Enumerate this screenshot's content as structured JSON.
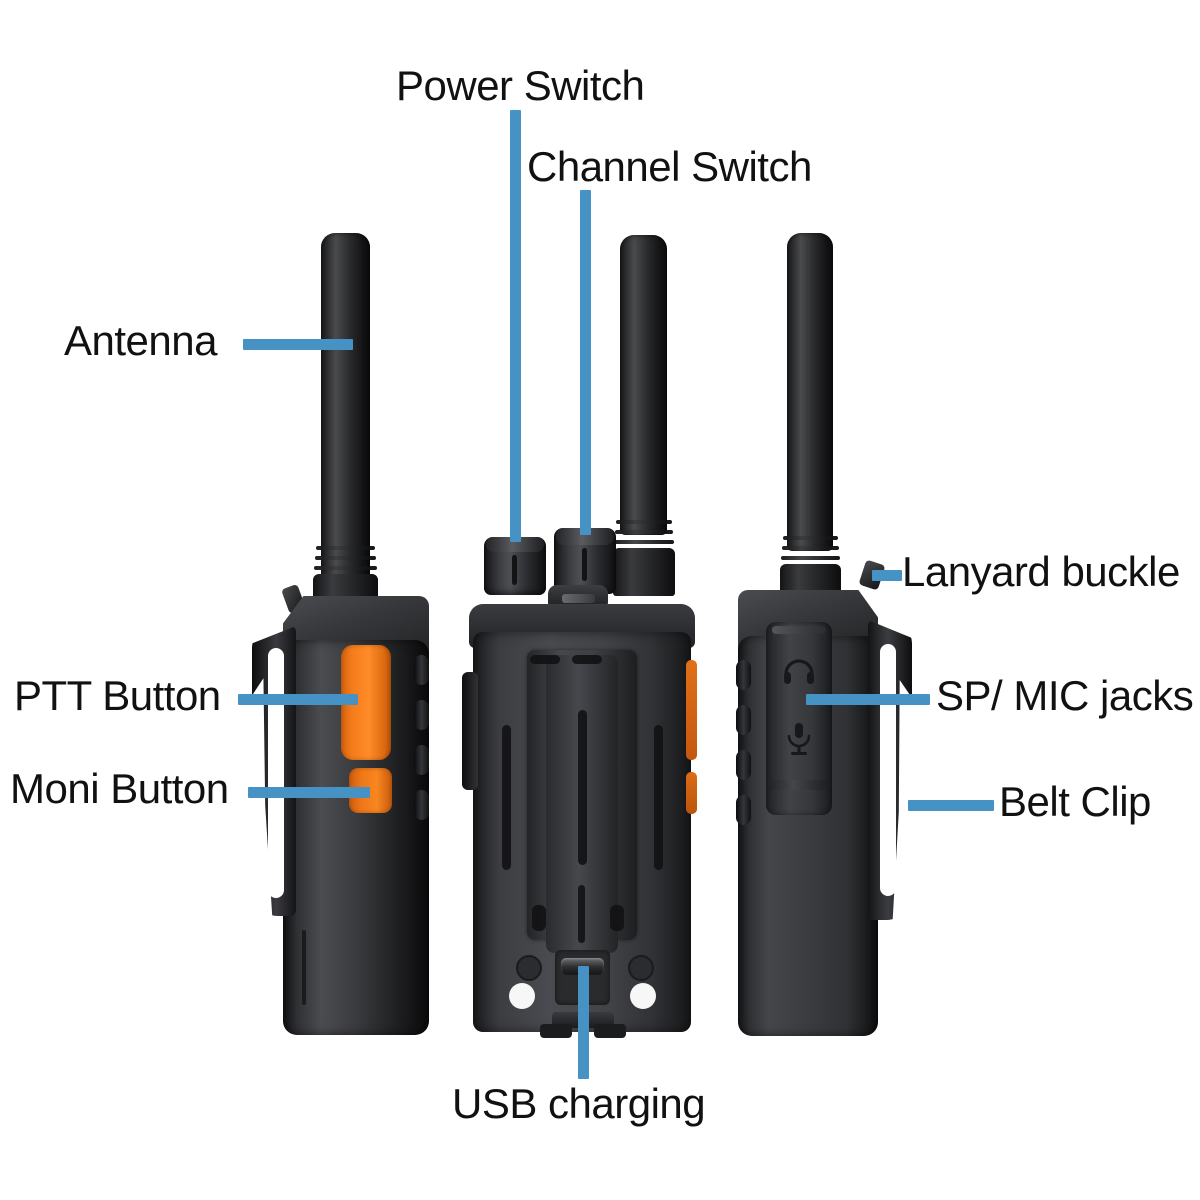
{
  "diagram": {
    "title": "Walkie-talkie parts callout diagram",
    "accent_color": "#4792c4",
    "button_color": "#f57c1a",
    "body_color": "#2f3033",
    "background": "#ffffff"
  },
  "labels": [
    {
      "id": "power-switch",
      "text": "Power Switch",
      "target": "top knob (left) on radio back view"
    },
    {
      "id": "channel-switch",
      "text": "Channel Switch",
      "target": "top knob (right) on radio back view"
    },
    {
      "id": "antenna",
      "text": "Antenna",
      "target": "antenna of left radio"
    },
    {
      "id": "ptt-button",
      "text": "PTT Button",
      "target": "large orange side button"
    },
    {
      "id": "moni-button",
      "text": "Moni Button",
      "target": "small orange side button"
    },
    {
      "id": "lanyard-buckle",
      "text": "Lanyard buckle",
      "target": "buckle nub at top right of right radio"
    },
    {
      "id": "sp-mic-jacks",
      "text": "SP/ MIC jacks",
      "target": "rubber covered jack port on right radio"
    },
    {
      "id": "belt-clip",
      "text": "Belt Clip",
      "target": "belt clip on right radio"
    },
    {
      "id": "usb-charging",
      "text": "USB charging",
      "target": "micro USB port on bottom of back view"
    }
  ],
  "icons": {
    "headphone": "headphone-icon",
    "microphone": "microphone-icon"
  },
  "views": [
    {
      "id": "left-side-view",
      "description": "side profile of radio showing PTT and Moni buttons"
    },
    {
      "id": "back-view",
      "description": "rear of radio showing belt clip, knobs and USB port"
    },
    {
      "id": "right-side-view",
      "description": "opposite side profile showing SP/MIC jacks and belt clip"
    }
  ]
}
